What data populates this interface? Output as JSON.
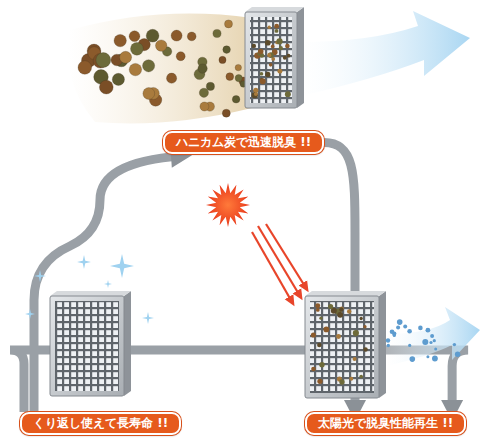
{
  "diagram": {
    "nodes": [
      {
        "text": [
          "ハニカム炭で迅速脱臭 !!"
        ]
      },
      {
        "text": [
          "くり返し使えて長寿命 !!"
        ]
      },
      {
        "text": [
          "太陽光で脱臭性能再生 !!"
        ]
      }
    ],
    "edges": [
      {
        "from": 0,
        "to": 2,
        "arrow": "to"
      },
      {
        "from": 2,
        "to": 1,
        "arrow": "to"
      },
      {
        "from": 1,
        "to": 0,
        "arrow": "to"
      }
    ]
  }
}
